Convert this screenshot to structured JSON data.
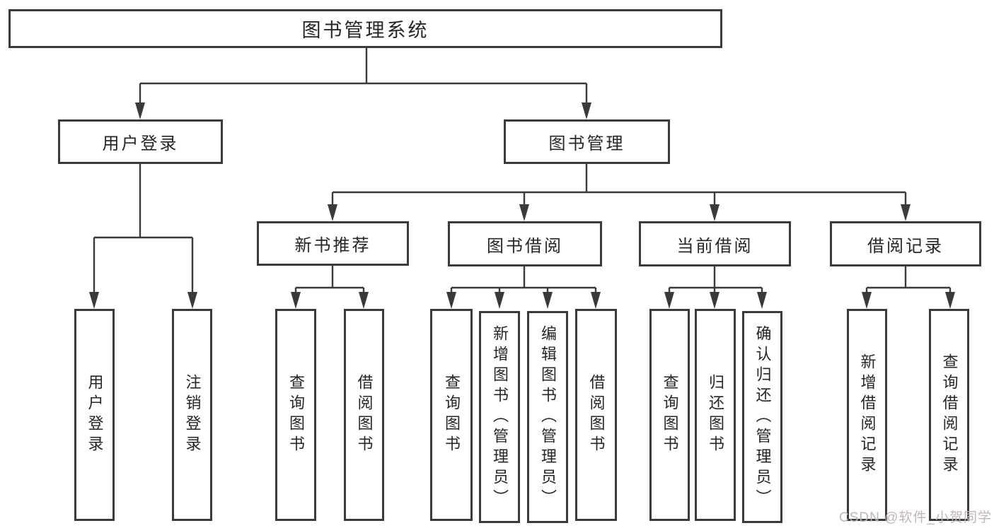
{
  "nodes": {
    "root": {
      "label": "图书管理系统"
    },
    "userLogin": {
      "label": "用户登录",
      "children": [
        {
          "label": "用户登录"
        },
        {
          "label": "注销登录"
        }
      ]
    },
    "bookManagement": {
      "label": "图书管理",
      "children": [
        {
          "label": "新书推荐",
          "children": [
            {
              "label": "查询图书"
            },
            {
              "label": "借阅图书"
            }
          ]
        },
        {
          "label": "图书借阅",
          "children": [
            {
              "label": "查询图书"
            },
            {
              "label": "新增图书（管理员）"
            },
            {
              "label": "编辑图书（管理员）"
            },
            {
              "label": "借阅图书"
            }
          ]
        },
        {
          "label": "当前借阅",
          "children": [
            {
              "label": "查询图书"
            },
            {
              "label": "归还图书"
            },
            {
              "label": "确认归还（管理员）"
            }
          ]
        },
        {
          "label": "借阅记录",
          "children": [
            {
              "label": "新增借阅记录"
            },
            {
              "label": "查询借阅记录"
            }
          ]
        }
      ]
    },
    "watermark": {
      "text": "CSDN @软件_小贺同学"
    }
  },
  "colors": {
    "line": "#3a3a3a",
    "text": "#262626",
    "watermark": "#c3b5b5",
    "background": "#ffffff"
  }
}
